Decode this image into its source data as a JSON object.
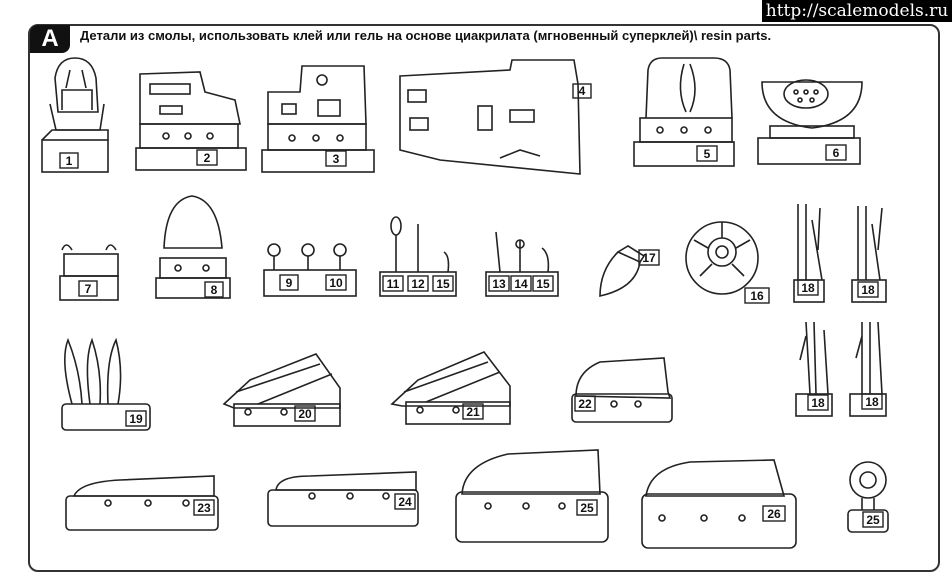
{
  "watermark": "http://scalemodels.ru",
  "section": {
    "letter": "A",
    "instruction": "Детали из смолы, использовать клей или гель на основе циакрилата (мгновенный суперклей)\\ resin parts."
  },
  "parts": {
    "p1": "1",
    "p2": "2",
    "p3": "3",
    "p4": "4",
    "p5": "5",
    "p6": "6",
    "p7": "7",
    "p8": "8",
    "p9": "9",
    "p10": "10",
    "p11": "11",
    "p12": "12",
    "p15a": "15",
    "p13": "13",
    "p14": "14",
    "p15b": "15",
    "p17": "17",
    "p16": "16",
    "p18a": "18",
    "p18b": "18",
    "p18c": "18",
    "p18d": "18",
    "p19": "19",
    "p20": "20",
    "p21": "21",
    "p22": "22",
    "p23": "23",
    "p24": "24",
    "p25a": "25",
    "p26": "26",
    "p25b": "25"
  }
}
